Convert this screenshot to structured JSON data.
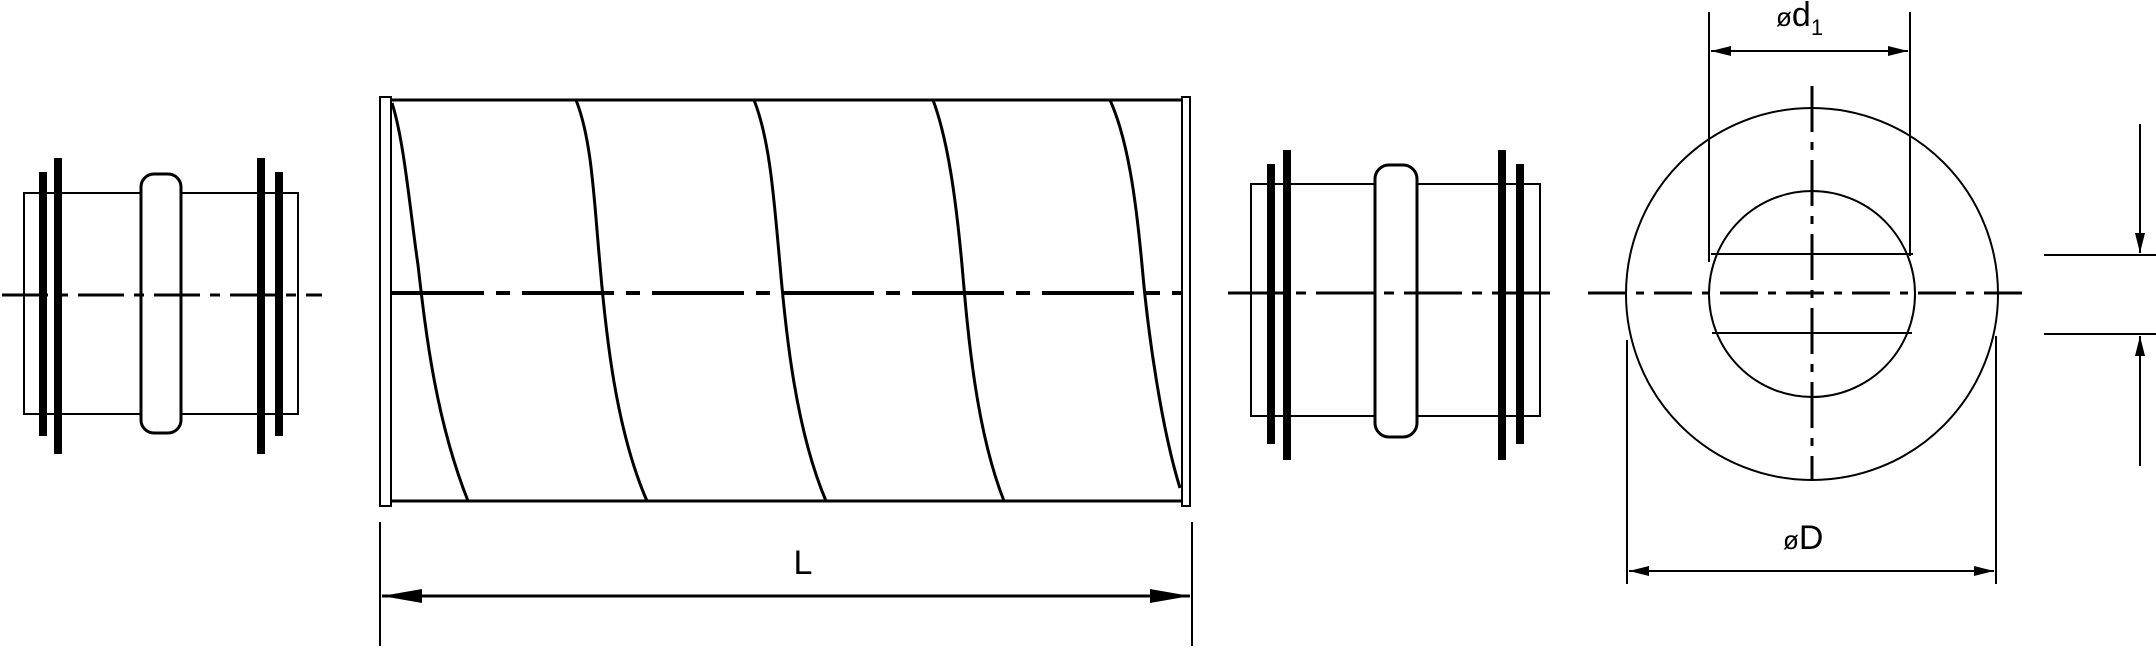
{
  "dimensions": {
    "length": "L",
    "outer_diameter_symbol": "ø",
    "outer_diameter_letter": "D",
    "inner_diameter_symbol": "ø",
    "inner_diameter_letter": "d",
    "inner_diameter_subscript": "1"
  },
  "colors": {
    "line": "#000000",
    "background": "#ffffff"
  }
}
